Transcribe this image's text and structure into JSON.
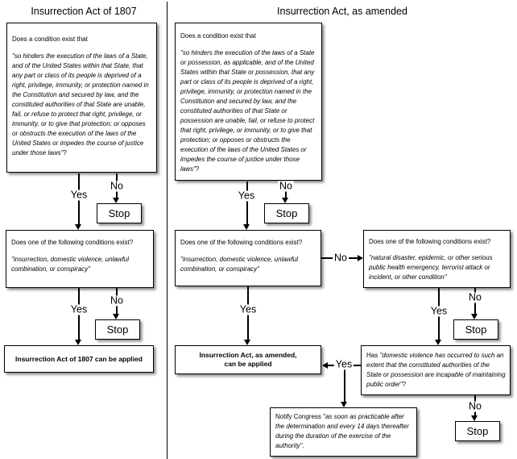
{
  "titles": {
    "left": "Insurrection Act of 1807",
    "right": "Insurrection Act, as amended"
  },
  "labels": {
    "yes": "Yes",
    "no": "No",
    "stop": "Stop"
  },
  "left": {
    "box1": {
      "heading": "Does a condition exist that",
      "quote": "\"so hinders the execution of the laws of a State, and of the United States within that State, that any part or class of its people is deprived of a right, privilege, immunity, or protection named in the Constitution and secured by law, and the constituted authorities of that State are unable, fail, or refuse to protect that right, privilege, or immunity, or to give that protection; or opposes or obstructs the execution of the laws of the United States or impedes the course of justice under those laws\"",
      "suffix": "?"
    },
    "box2": {
      "heading": "Does one of the following conditions exist?",
      "quote": "\"insurrection, domestic violence, unlawful combination, or conspiracy\""
    },
    "result": "Insurrection Act of 1807 can be applied"
  },
  "right": {
    "box1": {
      "heading": "Does a condition exist that",
      "quote": "\"so hinders the execution of the laws of a State or possession, as applicable, and of the United States within that State or possession, that any part or class of its people is deprived of a right, privilege, immunity, or protection named in the Constitution and secured by law, and the constituted authorities of that State or possession are unable, fail, or refuse to protect that right, privilege, or immunity, or to give that protection; or opposes or obstructs the execution of the laws of the United States or impedes the course of justice under those laws\"",
      "suffix": "?"
    },
    "box2": {
      "heading": "Does one of the following conditions exist?",
      "quote": "\"insurrection, domestic violence, unlawful combination, or conspiracy\""
    },
    "box3": {
      "heading": "Does one of the following conditions exist?",
      "quote": "\"natural disaster, epidemic, or other serious public health emergency, terrorist attack or incident, or other condition\""
    },
    "box4": {
      "prefix": "Has ",
      "quote": "\"domestic violence has occurred to such an extent that the constituted authorities of the State or possession are incapable of maintaining public order\"",
      "suffix": "?"
    },
    "result": "Insurrection Act, as amended,\ncan be applied",
    "notify": {
      "prefix": "Notify Congress ",
      "quote": "\"as soon as practicable after the determination and every 14 days thereafter during the duration of the exercise of the authority\"",
      "suffix": "."
    }
  }
}
